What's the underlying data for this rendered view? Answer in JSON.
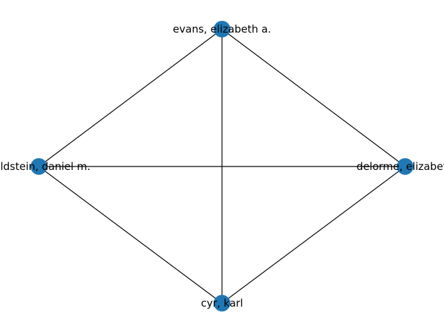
{
  "graph": {
    "node_color": "#1f77b4",
    "edge_color": "#000000",
    "nodes": [
      {
        "id": "evans",
        "label": "evans, elizabeth a."
      },
      {
        "id": "goldstein",
        "label": "goldstein, daniel m."
      },
      {
        "id": "delorme",
        "label": "delorme, elizabeth"
      },
      {
        "id": "cyr",
        "label": "cyr, karl"
      }
    ],
    "edges": [
      [
        "evans",
        "goldstein"
      ],
      [
        "evans",
        "delorme"
      ],
      [
        "evans",
        "cyr"
      ],
      [
        "goldstein",
        "delorme"
      ],
      [
        "goldstein",
        "cyr"
      ],
      [
        "delorme",
        "cyr"
      ]
    ]
  }
}
